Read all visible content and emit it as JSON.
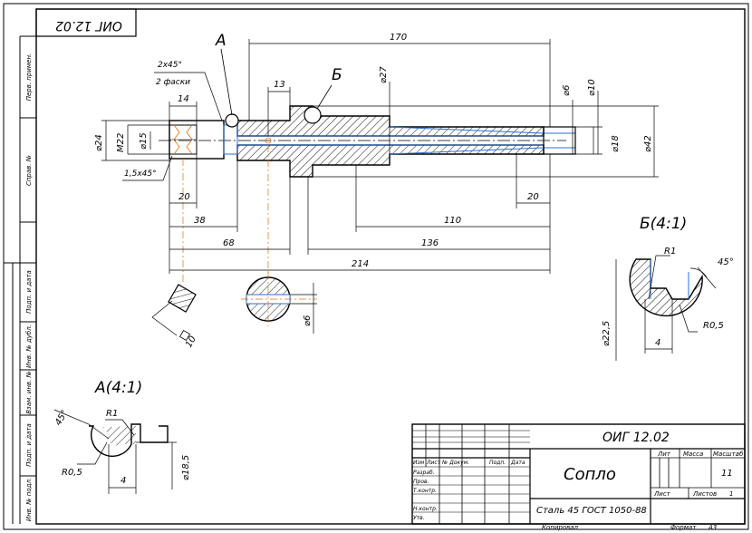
{
  "stamp": {
    "designation": "ОИГ 12.02",
    "designation_mirrored": "ОИГ 12.02",
    "part_name": "Сопло",
    "material": "Сталь 45 ГОСТ 1050-88",
    "col_lit": "Лит",
    "col_mass": "Масса",
    "col_scale": "Масштаб",
    "scale_value": "11",
    "sheet_label": "Лист",
    "sheets_label": "Листов",
    "sheets_value": "1",
    "rows": [
      "Изм",
      "Лист",
      "№ Докум.",
      "Подп.",
      "Дата"
    ],
    "roles": [
      "Разраб.",
      "Пров.",
      "Т.контр.",
      "Н.контр.",
      "Утв."
    ],
    "copied": "Копировал",
    "format_label": "Формат",
    "format_value": "А3"
  },
  "side_stamps": [
    "Перв. примен.",
    "Справ. №",
    "Подп. и дата",
    "Инв. № дубл.",
    "Взам. инв. №",
    "Подп. и дата",
    "Инв. № подл."
  ],
  "labels": {
    "view_a": "А",
    "view_b": "Б",
    "detail_a": "А(4:1)",
    "detail_b": "Б(4:1)",
    "chamfer1": "2x45°",
    "chamfer1b": "2 фаски",
    "chamfer2": "1,5x45°"
  },
  "dims": {
    "d170": "170",
    "d13": "13",
    "d14": "14",
    "d27": "⌀27",
    "d6": "⌀6",
    "d10": "⌀10",
    "d24": "⌀24",
    "m22": "М22",
    "d15": "⌀15",
    "d18": "⌀18",
    "d42": "⌀42",
    "d20a": "20",
    "d20b": "20",
    "d38": "38",
    "d110": "110",
    "d68": "68",
    "d136": "136",
    "d214": "214",
    "sq10": "10",
    "phi6s": "⌀6",
    "r1b": "R1",
    "ang45": "45°",
    "d225": "⌀22,5",
    "d4b": "4",
    "r05b": "R0,5",
    "r1a": "R1",
    "a45": "45°",
    "r05a": "R0,5",
    "d4a": "4",
    "d185": "⌀18,5"
  }
}
